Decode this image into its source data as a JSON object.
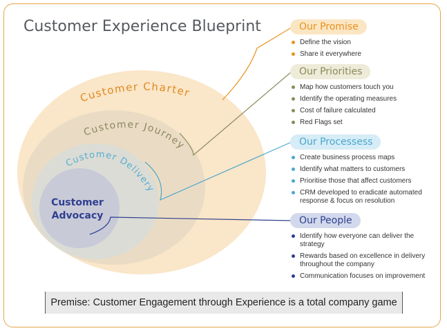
{
  "title": "Customer Experience Blueprint",
  "circles": {
    "charter": "Customer Charter",
    "journey": "Customer Journey",
    "delivery": "Customer Delivery",
    "advocacy_line1": "Customer",
    "advocacy_line2": "Advocacy"
  },
  "sections": [
    {
      "heading": "Our Promise",
      "color": "#e8921e",
      "pill_bg": "#fbe6c4",
      "items": [
        "Define the vision",
        "Share it everywhere"
      ]
    },
    {
      "heading": "Our Priorities",
      "color": "#8a8a5c",
      "pill_bg": "#eeebd9",
      "items": [
        "Map how customers touch you",
        "Identify the operating measures",
        "Cost of failure calculated",
        "Red Flags set"
      ]
    },
    {
      "heading": "Our Processess",
      "color": "#4aa7cf",
      "pill_bg": "#d6ecf6",
      "items": [
        "Create business process maps",
        "Identify what matters to customers",
        "Prioritise those that affect customers",
        "CRM developed to eradicate automated response & focus on resolution"
      ]
    },
    {
      "heading": "Our People",
      "color": "#2f3f8f",
      "pill_bg": "#d3d9ec",
      "items": [
        "Identify how everyone can deliver the strategy",
        "Rewards based on excellence in delivery throughout the company",
        "Communication focuses on improvement"
      ]
    }
  ],
  "premise": "Premise: Customer Engagement through Experience is a total company game"
}
